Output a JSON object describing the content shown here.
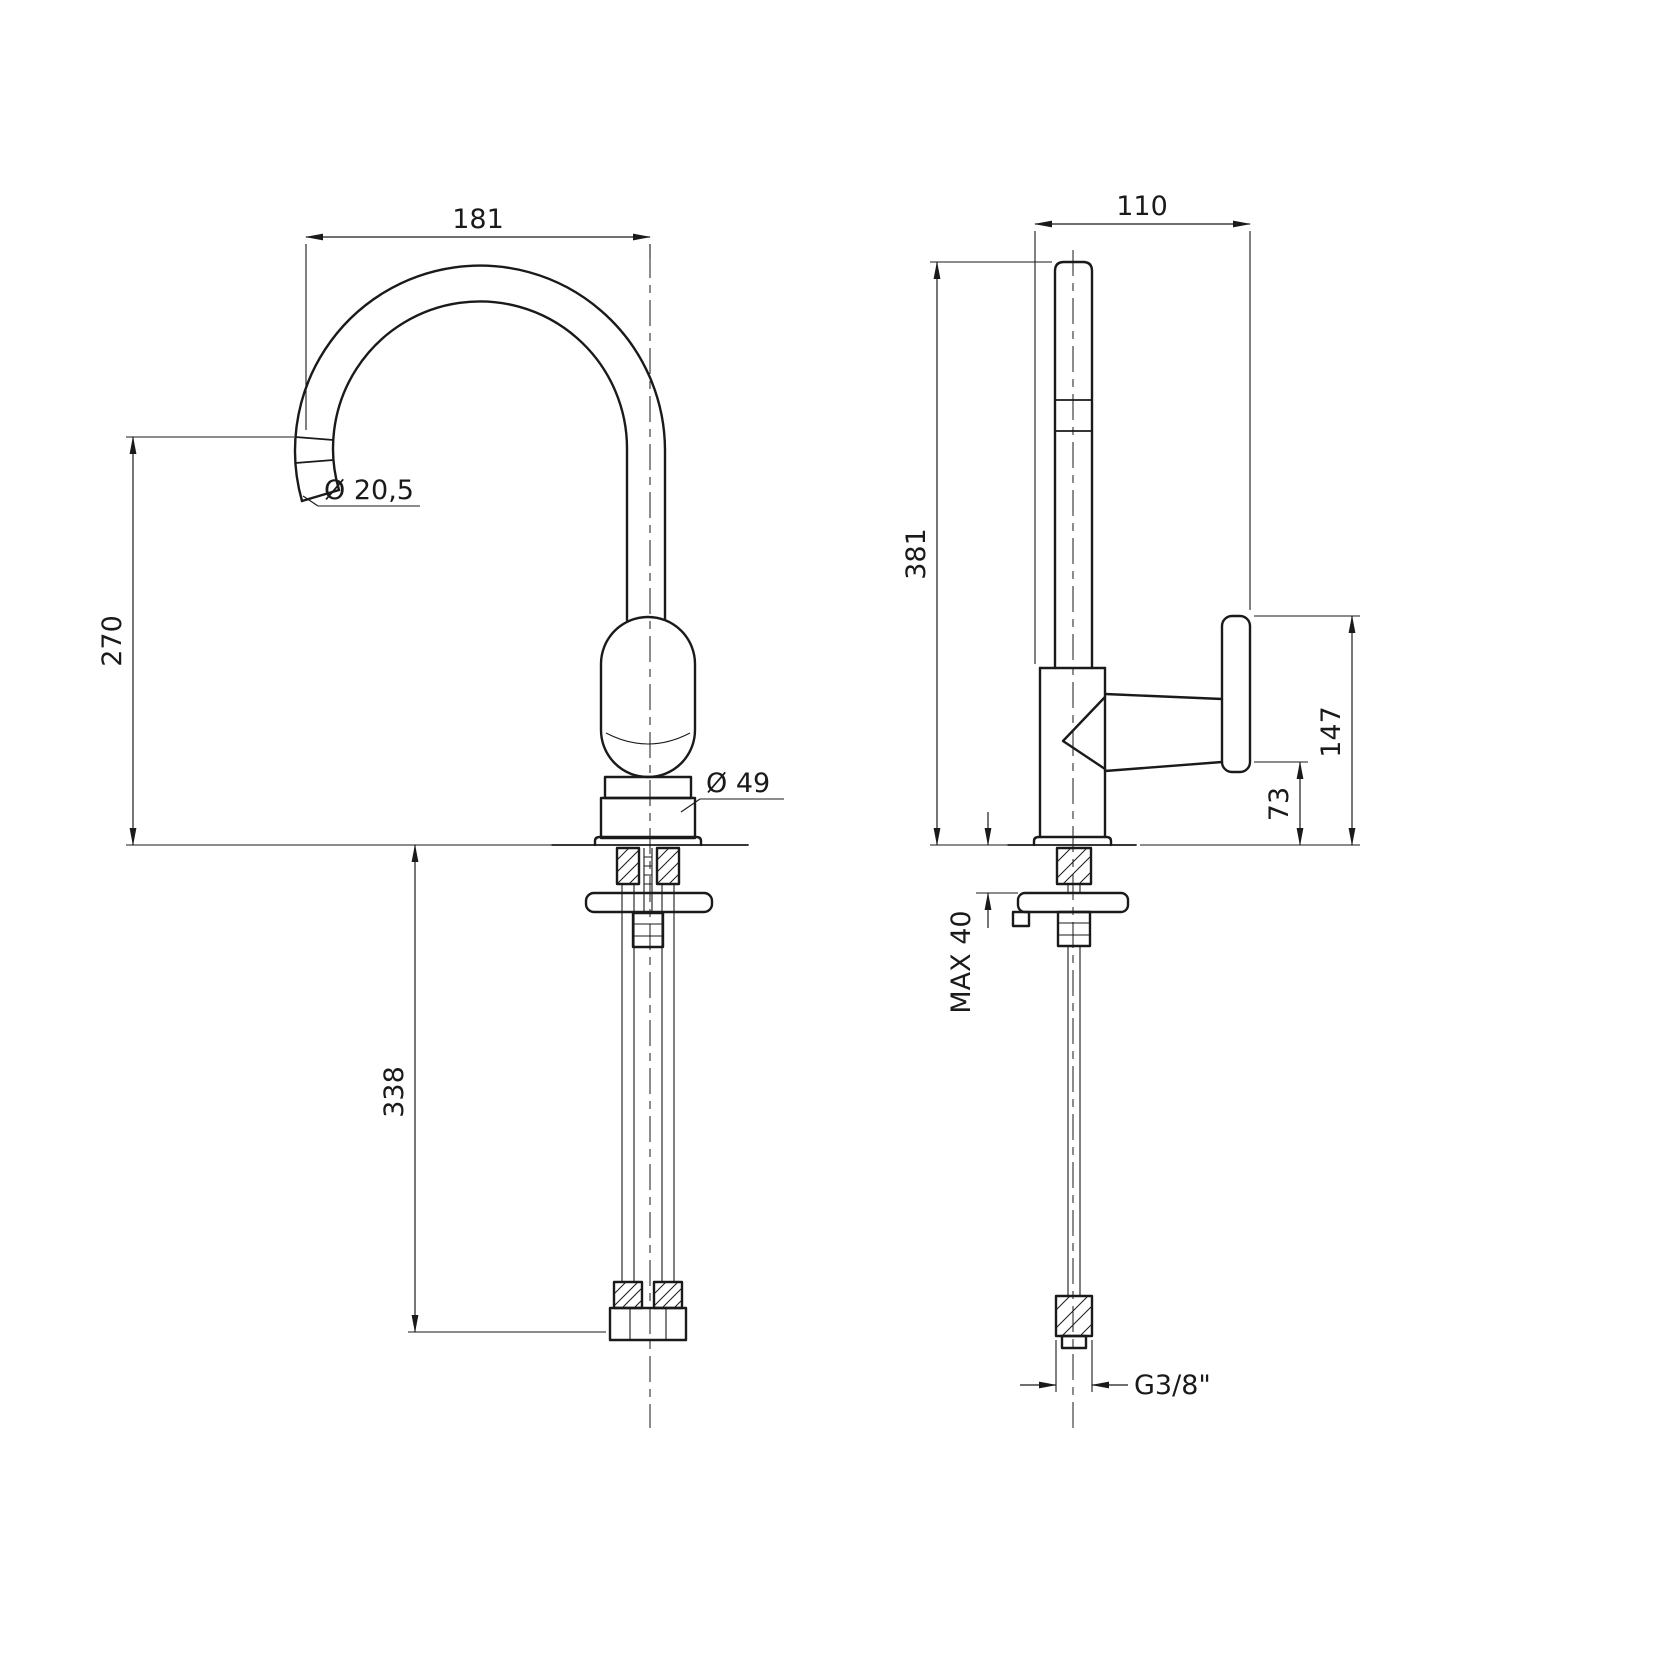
{
  "drawing": {
    "colors": {
      "line": "#1a1a1a",
      "background": "#ffffff"
    },
    "front_view": {
      "dim_spout_reach": "181",
      "dim_spout_tip_diameter": "Ø 20,5",
      "dim_spout_height": "270",
      "dim_body_diameter": "Ø 49",
      "dim_under_counter_length": "338"
    },
    "side_view": {
      "dim_depth": "110",
      "dim_total_height": "381",
      "dim_handle_top_height": "147",
      "dim_handle_bottom_height": "73",
      "dim_max_deck_thickness": "MAX 40",
      "dim_supply_thread": "G3/8\""
    }
  }
}
